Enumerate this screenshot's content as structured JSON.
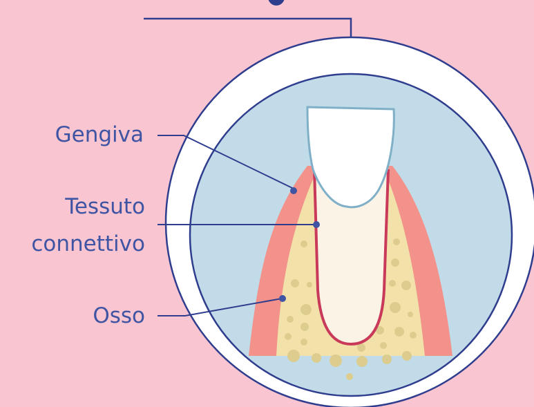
{
  "colors": {
    "background": "#f8c5d1",
    "outline": "#2f3d8f",
    "ring": "#ffffff",
    "sky": "#c2dbe8",
    "gum": "#f2928b",
    "bone": "#f2e2a9",
    "bone_dots": "#dccd8e",
    "connective_tissue": "#c93a5a",
    "tooth": "#ffffff",
    "root": "#fbf4e6",
    "tooth_outline": "#7fb0c8",
    "label_text": "#3f54a3"
  },
  "labels": {
    "gum": "Gengiva",
    "connective_line1": "Tessuto",
    "connective_line2": "connettivo",
    "bone": "Osso"
  }
}
